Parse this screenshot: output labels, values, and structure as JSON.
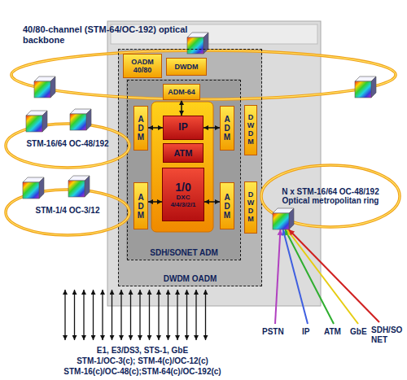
{
  "diagram": {
    "nodes": [
      {
        "text": [
          "40/80-channel (STM-64/OC-192) optical backbone"
        ]
      },
      {
        "text": [
          "DWDM OADM"
        ]
      },
      {
        "text": [
          "OADM 40/80"
        ],
        "in": 1
      },
      {
        "text": [
          "DWDM"
        ],
        "in": 1
      },
      {
        "text": [
          "SDH/SONET ADM"
        ],
        "in": 1
      },
      {
        "text": [
          "ADM-64"
        ],
        "in": 4
      },
      {
        "text": [
          "ADM"
        ],
        "in": 4
      },
      {
        "text": [
          "IP"
        ],
        "in": 4
      },
      {
        "text": [
          "ADM"
        ],
        "in": 4
      },
      {
        "text": [
          "DWDM"
        ],
        "in": 1
      },
      {
        "text": [
          "ATM"
        ],
        "in": 4
      },
      {
        "text": [
          "ADM"
        ],
        "in": 4
      },
      {
        "text": [
          "1/0",
          "DXC 4/4/3/2/1"
        ],
        "in": 4
      },
      {
        "text": [
          "ADM"
        ],
        "in": 4
      },
      {
        "text": [
          "DWDM"
        ],
        "in": 1
      },
      {
        "text": [
          "STM-16/64 OC-48/192"
        ]
      },
      {
        "text": [
          "STM-1/4 OC-3/12"
        ]
      },
      {
        "text": [
          "N x STM-16/64 OC-48/192 Optical metropolitan ring"
        ]
      }
    ],
    "edges": [
      {
        "from": 5,
        "to": 7,
        "arrow": "both"
      },
      {
        "from": 6,
        "to": 7,
        "arrow": "both"
      },
      {
        "from": 7,
        "to": 8,
        "arrow": "both"
      },
      {
        "from": 11,
        "to": 12,
        "arrow": "both"
      },
      {
        "from": 12,
        "to": 13,
        "arrow": "both"
      }
    ],
    "labels": [
      "PSTN",
      "IP",
      "ATM",
      "GbE",
      "SDH/SONET",
      "E1, E3/DS3, STS-1, GbE",
      "STM-1/OC-3(c); STM-4(c)/OC-12(c)",
      "STM-16(c)/OC-48(c);STM-64(c)/OC-192(c)"
    ]
  }
}
